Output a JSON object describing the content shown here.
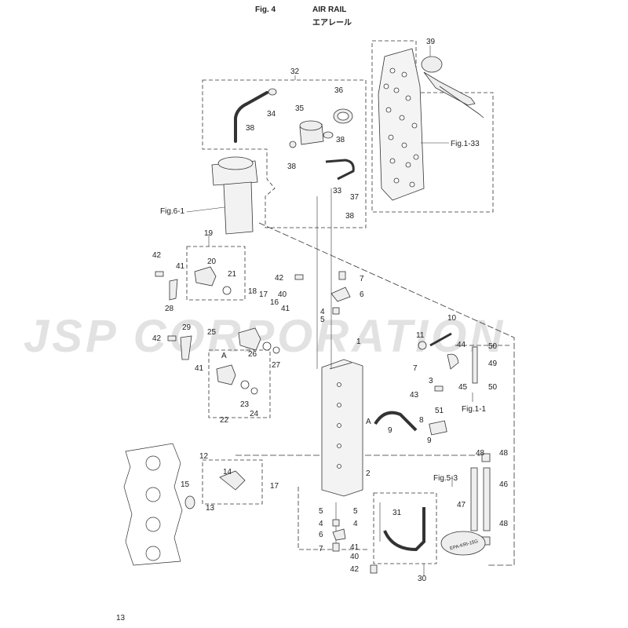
{
  "header": {
    "fig_number": "Fig. 4",
    "title_en": "AIR RAIL",
    "title_jp": "エアレール"
  },
  "watermark": "JSP CORPORATION",
  "page_number": "13",
  "callouts": {
    "c1": "1",
    "c2": "2",
    "c3": "3",
    "c4": "4",
    "c5": "5",
    "c6": "6",
    "c7": "7",
    "c8": "8",
    "c9": "9",
    "c10": "10",
    "c11": "11",
    "c12": "12",
    "c13": "13",
    "c14": "14",
    "c15": "15",
    "c16": "16",
    "c17": "17",
    "c18": "18",
    "c19": "19",
    "c20": "20",
    "c21": "21",
    "c22": "22",
    "c23": "23",
    "c24": "24",
    "c25": "25",
    "c26": "26",
    "c27": "27",
    "c28": "28",
    "c29": "29",
    "c30": "30",
    "c31": "31",
    "c32": "32",
    "c33": "33",
    "c34": "34",
    "c35": "35",
    "c36": "36",
    "c37": "37",
    "c38": "38",
    "c39": "39",
    "c40": "40",
    "c41": "41",
    "c42": "42",
    "c43": "43",
    "c44": "44",
    "c45": "45",
    "c46": "46",
    "c47": "47",
    "c48": "48",
    "c49": "49",
    "c50": "50",
    "c51": "51",
    "ref_A": "A",
    "fig1_33": "Fig.1-33",
    "fig6_1": "Fig.6-1",
    "fig1_1": "Fig.1-1",
    "fig5_3": "Fig.5-3",
    "tag_text": "EPA-KRI-15G"
  },
  "colors": {
    "line": "#333333",
    "watermark": "#e2e2e2"
  }
}
